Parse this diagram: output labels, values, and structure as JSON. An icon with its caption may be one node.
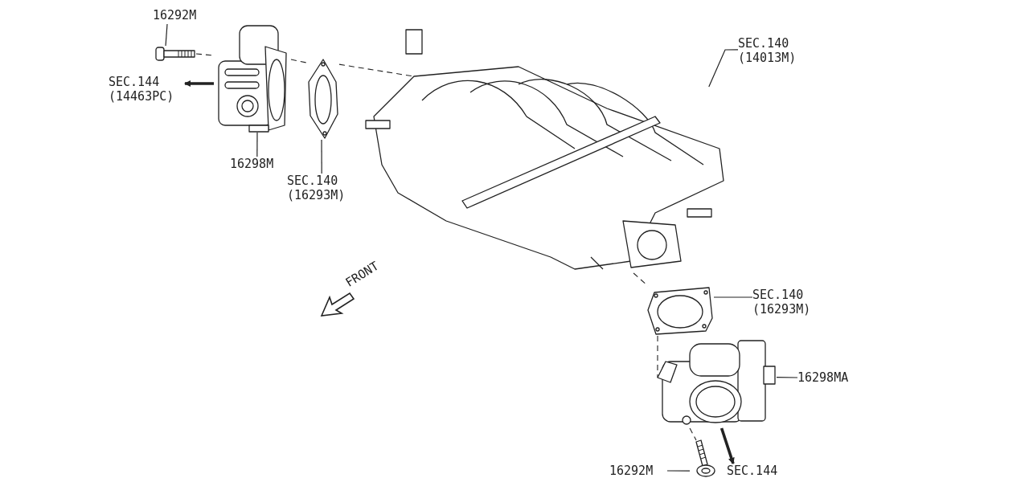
{
  "diagram": {
    "nodes": [
      {
        "text": [
          "16292M"
        ]
      },
      {
        "text": [],
        "shape": "picture"
      },
      {
        "text": [
          "SEC.144 (14463PC)"
        ]
      },
      {
        "text": [],
        "shape": "picture"
      },
      {
        "text": [
          "16298M"
        ]
      },
      {
        "text": [],
        "shape": "picture"
      },
      {
        "text": [
          "SEC.140 (16293M)"
        ]
      },
      {
        "text": [],
        "shape": "picture"
      },
      {
        "text": [
          "SEC.140 (14013M)"
        ]
      },
      {
        "text": [],
        "shape": "picture"
      },
      {
        "text": [
          "SEC.140 (16293M)"
        ]
      },
      {
        "text": [],
        "shape": "picture"
      },
      {
        "text": [
          "16298MA"
        ]
      },
      {
        "text": [],
        "shape": "picture"
      },
      {
        "text": [
          "16292M"
        ]
      },
      {
        "text": [
          "SEC.144"
        ]
      }
    ],
    "edges": [
      {
        "from": 0,
        "to": 1,
        "arrow": "none"
      },
      {
        "from": 3,
        "to": 2,
        "arrow": "to",
        "style": "thick"
      },
      {
        "from": 4,
        "to": 3,
        "arrow": "none"
      },
      {
        "from": 6,
        "to": 5,
        "arrow": "none"
      },
      {
        "from": 8,
        "to": 7,
        "arrow": "none"
      },
      {
        "from": 10,
        "to": 9,
        "arrow": "none"
      },
      {
        "from": 12,
        "to": 11,
        "arrow": "none"
      },
      {
        "from": 14,
        "to": 13,
        "arrow": "none"
      },
      {
        "from": 11,
        "to": 15,
        "arrow": "to",
        "style": "thick"
      },
      {
        "from": 1,
        "to": 3,
        "arrow": "none",
        "style": "dashed"
      },
      {
        "from": 3,
        "to": 5,
        "arrow": "none",
        "style": "dashed"
      },
      {
        "from": 5,
        "to": 7,
        "arrow": "none",
        "style": "dashed"
      },
      {
        "from": 7,
        "to": 9,
        "arrow": "none",
        "style": "dashed"
      },
      {
        "from": 9,
        "to": 11,
        "arrow": "none",
        "style": "dashed"
      },
      {
        "from": 11,
        "to": 13,
        "arrow": "none",
        "style": "dashed"
      }
    ],
    "labels": [
      "FRONT"
    ]
  }
}
